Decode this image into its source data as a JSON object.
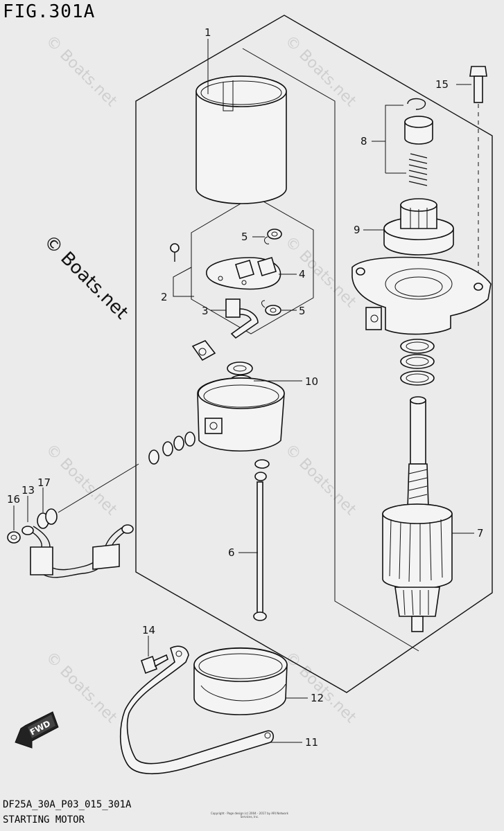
{
  "figure": {
    "title": "FIG.301A"
  },
  "footer": {
    "code": "DF25A_30A_P03_015_301A",
    "name": "STARTING MOTOR"
  },
  "copyright_note": "Copyright · Page design (c) 2004 - 2017 by ARI Network Services, Inc.",
  "watermark": {
    "text": "© Boats.net",
    "color": "#cfcfcf"
  },
  "fwd_badge": {
    "label": "FWD"
  },
  "callouts": {
    "c1": "1",
    "c2": "2",
    "c3": "3",
    "c4": "4",
    "c5a": "5",
    "c5b": "5",
    "c6": "6",
    "c7": "7",
    "c8": "8",
    "c9": "9",
    "c10": "10",
    "c11": "11",
    "c12": "12",
    "c13": "13",
    "c14": "14",
    "c15": "15",
    "c16": "16",
    "c17": "17"
  }
}
